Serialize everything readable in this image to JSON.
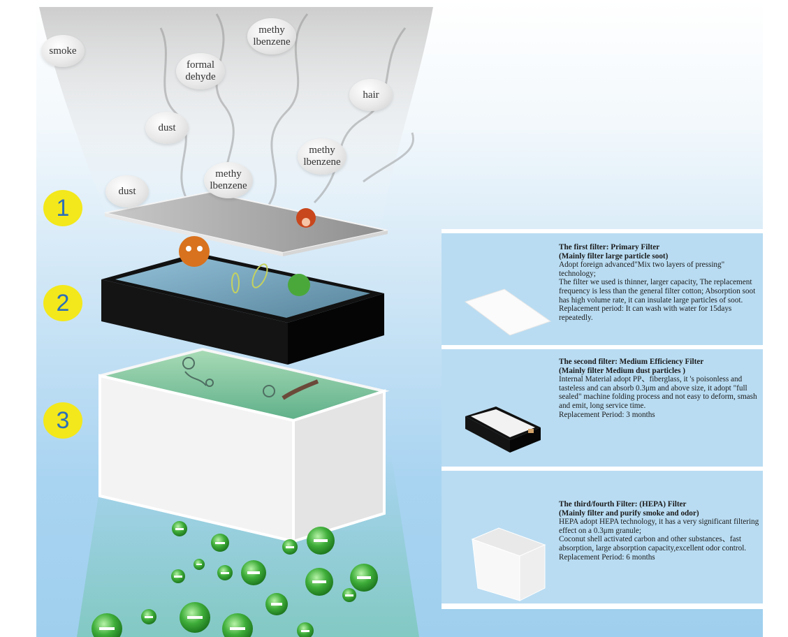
{
  "pollutants": [
    {
      "label": "smoke"
    },
    {
      "label": "methy\nlbenzene"
    },
    {
      "label": "formal\ndehyde"
    },
    {
      "label": "hair"
    },
    {
      "label": "dust"
    },
    {
      "label": "methy\nlbenzene"
    },
    {
      "label": "methy\nlbenzene"
    },
    {
      "label": "dust"
    }
  ],
  "steps": [
    "1",
    "2",
    "3"
  ],
  "filters": [
    {
      "title": "The first filter: Primary Filter",
      "subtitle": "(Mainly filter large particle soot)",
      "body": [
        "Adopt foreign advanced\"Mix two layers of pressing\" technology;",
        "The filter we used is thinner, larger capacity, The replacement frequency is less than the general filter cotton; Absorption soot has high volume rate, it can insulate large particles of soot.",
        "Replacement period: It can wash with water for 15days repeatedly."
      ]
    },
    {
      "title": "The second filter: Medium Efficiency Filter",
      "subtitle": "(Mainly filter Medium dust particles )",
      "body": [
        "Internal Material adopt PP、fiberglass,  it 's poisonless and tasteless and can absorb 0.3μm and above size,    it adopt \"full sealed\" machine folding process and not easy to deform, smash and emit, long service time.",
        "Replacement Period: 3 months"
      ]
    },
    {
      "title": "The third/fourth Filter: (HEPA) Filter",
      "subtitle": "(Mainly filter and purify smoke and odor)",
      "body": [
        "HEPA adopt HEPA technology, it has a very significant filtering effect on a 0.3μm granule;",
        "Coconut shell activated carbon and other substances、fast absorption, large absorption capacity,excellent odor control.",
        "Replacement Period: 6 months"
      ]
    }
  ],
  "colors": {
    "step_badge": "#f3e81b",
    "step_number": "#2d6fb8",
    "card_background": "#b9dcf2",
    "ion_green": "#3fae3a"
  }
}
